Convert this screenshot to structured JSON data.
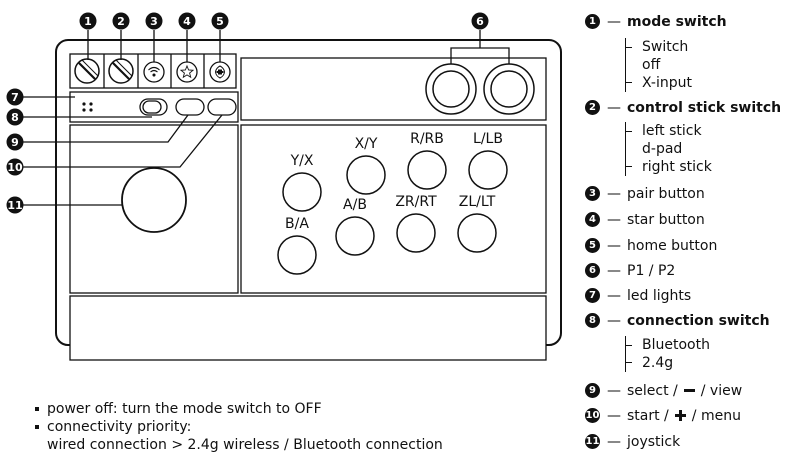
{
  "buttons": [
    {
      "id": "y-x",
      "label": "Y/X"
    },
    {
      "id": "b-a",
      "label": "B/A"
    },
    {
      "id": "x-y",
      "label": "X/Y"
    },
    {
      "id": "r-rb",
      "label": "R/RB"
    },
    {
      "id": "l-lb",
      "label": "L/LB"
    },
    {
      "id": "a-b",
      "label": "A/B"
    },
    {
      "id": "zr-rt",
      "label": "ZR/RT"
    },
    {
      "id": "zl-lt",
      "label": "ZL/LT"
    }
  ],
  "callout_numbers": [
    "1",
    "2",
    "3",
    "4",
    "5",
    "6",
    "7",
    "8",
    "9",
    "10",
    "11"
  ],
  "legend": [
    {
      "num": "1",
      "label": "mode switch",
      "bold": true,
      "options": [
        "Switch",
        "off",
        "X-input"
      ]
    },
    {
      "num": "2",
      "label": "control stick switch",
      "bold": true,
      "options": [
        "left stick",
        "d-pad",
        "right stick"
      ]
    },
    {
      "num": "3",
      "label": "pair button"
    },
    {
      "num": "4",
      "label": "star button"
    },
    {
      "num": "5",
      "label": "home button"
    },
    {
      "num": "6",
      "label": "P1 / P2"
    },
    {
      "num": "7",
      "label": "led lights"
    },
    {
      "num": "8",
      "label": "connection switch",
      "bold": true,
      "options": [
        "Bluetooth",
        "2.4g"
      ]
    },
    {
      "num": "9",
      "label_pre": "select /",
      "label_post": "/ view"
    },
    {
      "num": "10",
      "label_pre": "start /",
      "label_post": "/ menu"
    },
    {
      "num": "11",
      "label": "joystick"
    }
  ],
  "notes": {
    "power_off": "power off: turn the mode switch to OFF",
    "priority_title": "connectivity priority:",
    "priority_detail": "wired connection > 2.4g wireless / Bluetooth connection"
  },
  "icons": {
    "pair": "wifi-icon",
    "star": "star-icon",
    "home": "home-icon",
    "minus": "minus-icon",
    "plus": "plus-icon"
  }
}
